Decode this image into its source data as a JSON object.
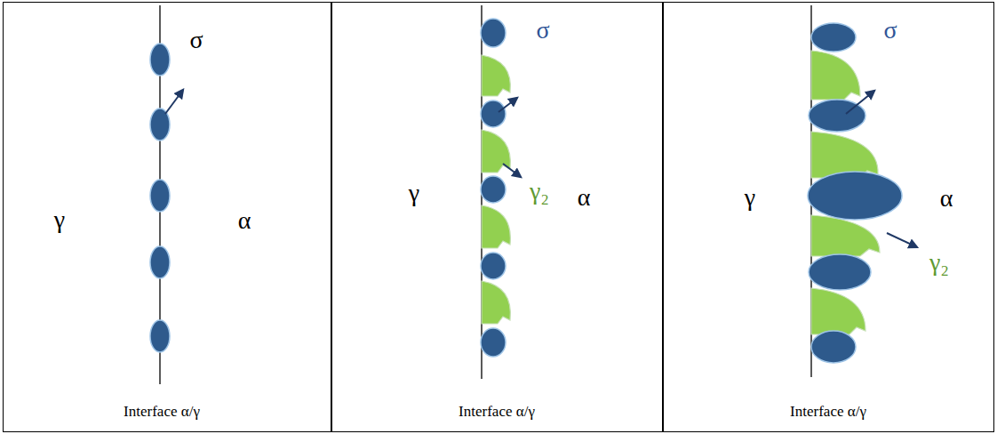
{
  "diagram": {
    "nodes": [
      {
        "text": [
          "σ",
          "γ",
          "α",
          "Interface α/γ"
        ]
      },
      {
        "text": [
          "σ",
          "γ",
          "γ₂",
          "α",
          "Interface α/γ"
        ]
      },
      {
        "text": [
          "σ",
          "γ",
          "α",
          "γ₂",
          "Interface α/γ"
        ]
      }
    ]
  }
}
